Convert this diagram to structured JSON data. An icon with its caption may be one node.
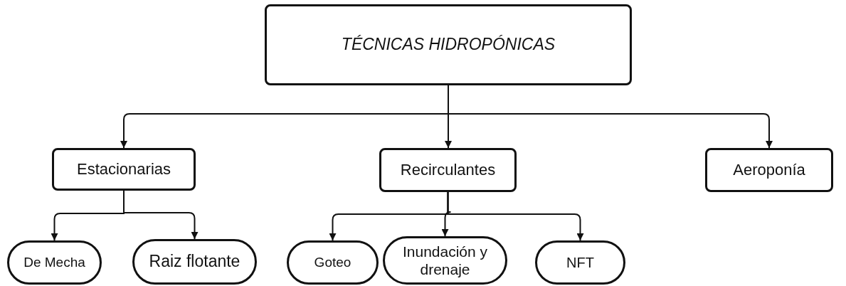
{
  "diagram": {
    "nodes": [
      {
        "text": [
          "TÉCNICAS HIDROPÓNICAS"
        ]
      },
      {
        "text": [
          "Estacionarias"
        ]
      },
      {
        "text": [
          "Recirculantes"
        ]
      },
      {
        "text": [
          "Aeroponía"
        ]
      },
      {
        "text": [
          "De Mecha"
        ]
      },
      {
        "text": [
          "Raiz flotante"
        ]
      },
      {
        "text": [
          "Goteo"
        ]
      },
      {
        "text": [
          "Inundación y drenaje"
        ]
      },
      {
        "text": [
          "NFT"
        ]
      }
    ],
    "edges": [
      {
        "from": 0,
        "to": 1,
        "arrow": "to"
      },
      {
        "from": 0,
        "to": 2,
        "arrow": "to"
      },
      {
        "from": 0,
        "to": 3,
        "arrow": "to"
      },
      {
        "from": 1,
        "to": 4,
        "arrow": "to"
      },
      {
        "from": 1,
        "to": 5,
        "arrow": "to"
      },
      {
        "from": 2,
        "to": 6,
        "arrow": "to"
      },
      {
        "from": 2,
        "to": 7,
        "arrow": "to"
      },
      {
        "from": 2,
        "to": 8,
        "arrow": "to"
      }
    ]
  }
}
